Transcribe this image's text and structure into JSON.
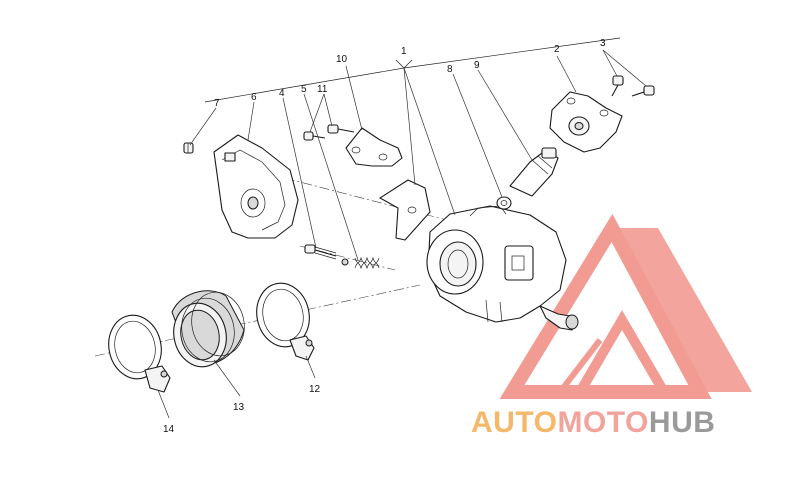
{
  "callouts": {
    "c1": "1",
    "c2": "2",
    "c3": "3",
    "c4": "4",
    "c5": "5",
    "c6": "6",
    "c7": "7",
    "c8": "8",
    "c9": "9",
    "c10": "10",
    "c11": "11",
    "c12": "12",
    "c13": "13",
    "c14": "14"
  },
  "watermark": {
    "part_a": "AUTO",
    "part_b": "MOTO",
    "part_c": "HUB",
    "color_a": "#f5b86a",
    "color_b": "#f2a49c",
    "color_c": "#9a9a9a",
    "logo_color": "#f08a80"
  }
}
